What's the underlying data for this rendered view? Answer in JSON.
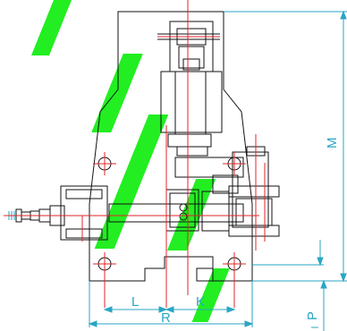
{
  "diagram": {
    "dimension_labels": {
      "L": "L",
      "K": "K",
      "R": "R",
      "M": "M",
      "P": "P"
    },
    "colors": {
      "outline": "#111111",
      "centerline": "#e0262b",
      "dimension": "#2aa6c4",
      "watermark": "#22ee22",
      "background": "#ffffff"
    }
  }
}
